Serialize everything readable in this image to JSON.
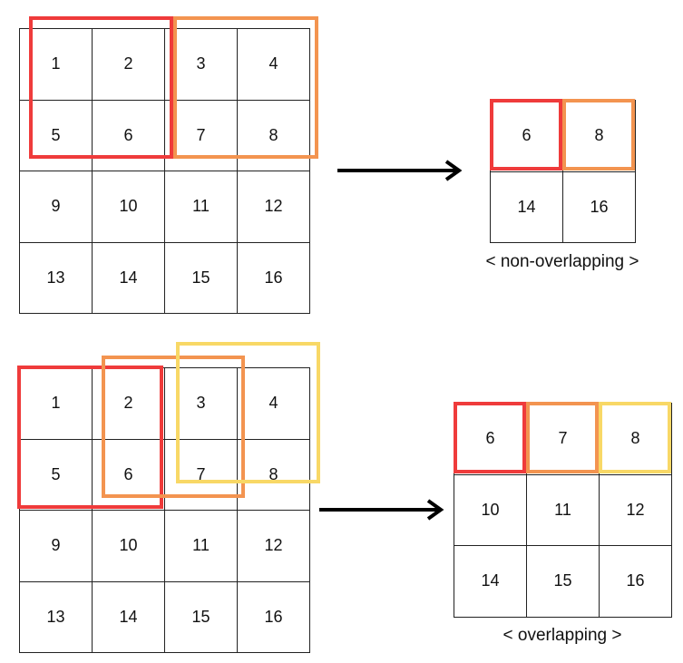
{
  "colors": {
    "window_red": "#ef3b3b",
    "window_orange": "#f39450",
    "window_yellow": "#f8d866",
    "grid_line": "#222222",
    "arrow": "#000000"
  },
  "top_input": [
    "1",
    "2",
    "3",
    "4",
    "5",
    "6",
    "7",
    "8",
    "9",
    "10",
    "11",
    "12",
    "13",
    "14",
    "15",
    "16"
  ],
  "top_output": [
    "6",
    "8",
    "14",
    "16"
  ],
  "top_caption": "< non-overlapping >",
  "bottom_input": [
    "1",
    "2",
    "3",
    "4",
    "5",
    "6",
    "7",
    "8",
    "9",
    "10",
    "11",
    "12",
    "13",
    "14",
    "15",
    "16"
  ],
  "bottom_output": [
    "6",
    "7",
    "8",
    "10",
    "11",
    "12",
    "14",
    "15",
    "16"
  ],
  "bottom_caption": "< overlapping >"
}
